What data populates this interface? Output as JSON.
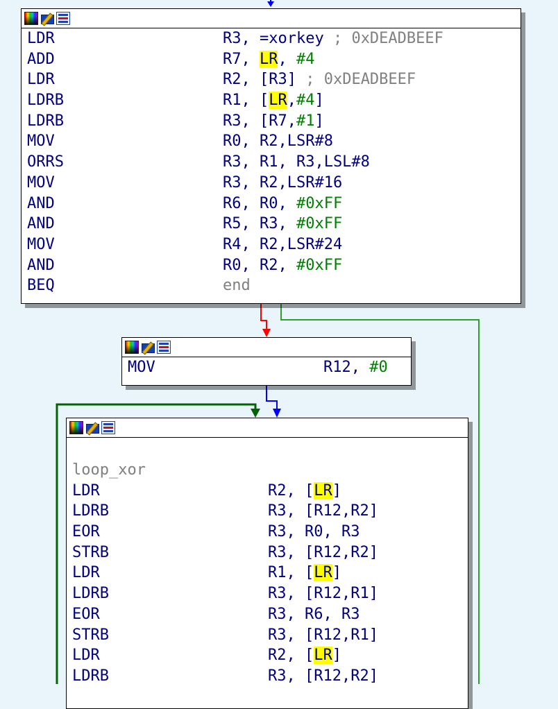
{
  "colors": {
    "background": "#e9f4fb",
    "mnemonic": "#000080",
    "immediate": "#008000",
    "comment": "#808080",
    "highlight": "#ffff00",
    "edge_true": "#2aa02a",
    "edge_false": "#ff0000",
    "edge_unconditional": "#0000ff",
    "edge_loop_back": "#006400"
  },
  "node_icons": [
    "color-palette-icon",
    "rename-pencil-icon",
    "graph-overview-icon"
  ],
  "blocks": [
    {
      "id": "block-xorkey",
      "lines": [
        {
          "mn": "LDR",
          "ops": [
            {
              "t": "R3, =xorkey ",
              "c": "reg"
            },
            {
              "t": "; 0xDEADBEEF",
              "c": "cmt"
            }
          ]
        },
        {
          "mn": "ADD",
          "ops": [
            {
              "t": "R7, ",
              "c": "reg"
            },
            {
              "t": "LR",
              "c": "hl"
            },
            {
              "t": ", ",
              "c": "reg"
            },
            {
              "t": "#4",
              "c": "num"
            }
          ]
        },
        {
          "mn": "LDR",
          "ops": [
            {
              "t": "R2, [R3] ",
              "c": "reg"
            },
            {
              "t": "; 0xDEADBEEF",
              "c": "cmt"
            }
          ]
        },
        {
          "mn": "LDRB",
          "ops": [
            {
              "t": "R1, [",
              "c": "reg"
            },
            {
              "t": "LR",
              "c": "hl"
            },
            {
              "t": ",",
              "c": "reg"
            },
            {
              "t": "#4",
              "c": "num"
            },
            {
              "t": "]",
              "c": "reg"
            }
          ]
        },
        {
          "mn": "LDRB",
          "ops": [
            {
              "t": "R3, [R7,",
              "c": "reg"
            },
            {
              "t": "#1",
              "c": "num"
            },
            {
              "t": "]",
              "c": "reg"
            }
          ]
        },
        {
          "mn": "MOV",
          "ops": [
            {
              "t": "R0, R2,LSR#8",
              "c": "reg"
            }
          ]
        },
        {
          "mn": "ORRS",
          "ops": [
            {
              "t": "R3, R1, R3,LSL#8",
              "c": "reg"
            }
          ]
        },
        {
          "mn": "MOV",
          "ops": [
            {
              "t": "R3, R2,LSR#16",
              "c": "reg"
            }
          ]
        },
        {
          "mn": "AND",
          "ops": [
            {
              "t": "R6, R0, ",
              "c": "reg"
            },
            {
              "t": "#0xFF",
              "c": "num"
            }
          ]
        },
        {
          "mn": "AND",
          "ops": [
            {
              "t": "R5, R3, ",
              "c": "reg"
            },
            {
              "t": "#0xFF",
              "c": "num"
            }
          ]
        },
        {
          "mn": "MOV",
          "ops": [
            {
              "t": "R4, R2,LSR#24",
              "c": "reg"
            }
          ]
        },
        {
          "mn": "AND",
          "ops": [
            {
              "t": "R0, R2, ",
              "c": "reg"
            },
            {
              "t": "#0xFF",
              "c": "num"
            }
          ]
        },
        {
          "mn": "BEQ",
          "ops": [
            {
              "t": "end",
              "c": "ref"
            }
          ]
        }
      ]
    },
    {
      "id": "block-mov-r12",
      "lines": [
        {
          "mn": "MOV",
          "ops": [
            {
              "t": "R12, ",
              "c": "reg"
            },
            {
              "t": "#0",
              "c": "num"
            }
          ]
        }
      ]
    },
    {
      "id": "block-loop-xor",
      "label": "loop_xor",
      "lines": [
        {
          "mn": "LDR",
          "ops": [
            {
              "t": "R2, [",
              "c": "reg"
            },
            {
              "t": "LR",
              "c": "hl"
            },
            {
              "t": "]",
              "c": "reg"
            }
          ]
        },
        {
          "mn": "LDRB",
          "ops": [
            {
              "t": "R3, [R12,R2]",
              "c": "reg"
            }
          ]
        },
        {
          "mn": "EOR",
          "ops": [
            {
              "t": "R3, R0, R3",
              "c": "reg"
            }
          ]
        },
        {
          "mn": "STRB",
          "ops": [
            {
              "t": "R3, [R12,R2]",
              "c": "reg"
            }
          ]
        },
        {
          "mn": "LDR",
          "ops": [
            {
              "t": "R1, [",
              "c": "reg"
            },
            {
              "t": "LR",
              "c": "hl"
            },
            {
              "t": "]",
              "c": "reg"
            }
          ]
        },
        {
          "mn": "LDRB",
          "ops": [
            {
              "t": "R3, [R12,R1]",
              "c": "reg"
            }
          ]
        },
        {
          "mn": "EOR",
          "ops": [
            {
              "t": "R3, R6, R3",
              "c": "reg"
            }
          ]
        },
        {
          "mn": "STRB",
          "ops": [
            {
              "t": "R3, [R12,R1]",
              "c": "reg"
            }
          ]
        },
        {
          "mn": "LDR",
          "ops": [
            {
              "t": "R2, [",
              "c": "reg"
            },
            {
              "t": "LR",
              "c": "hl"
            },
            {
              "t": "]",
              "c": "reg"
            }
          ]
        },
        {
          "mn": "LDRB",
          "ops": [
            {
              "t": "R3, [R12,R2]",
              "c": "reg"
            }
          ]
        }
      ]
    }
  ]
}
